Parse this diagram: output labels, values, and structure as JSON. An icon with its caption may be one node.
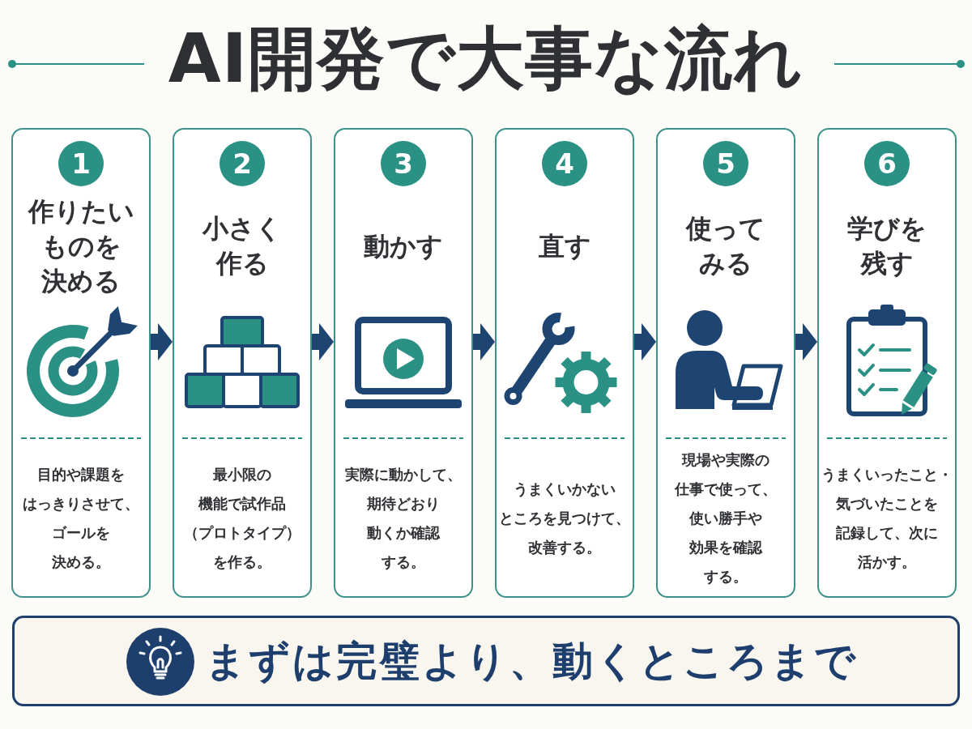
{
  "diagram": {
    "title": "AI開発で大事な流れ",
    "nodes": [
      {
        "text": [
          "作りたいものを決める",
          "目的や課題をはっきりさせて、ゴールを決める。"
        ]
      },
      {
        "text": [
          "1"
        ],
        "in": 0
      },
      {
        "text": [
          "小さく作る",
          "最小限の機能で試作品（プロトタイプ）を作る。"
        ]
      },
      {
        "text": [
          "2"
        ],
        "in": 2
      },
      {
        "text": [
          "動かす",
          "実際に動かして、期待どおり動くか確認する。"
        ]
      },
      {
        "text": [
          "3"
        ],
        "in": 4
      },
      {
        "text": [
          "直す",
          "うまくいかないところを見つけて、改善する。"
        ]
      },
      {
        "text": [
          "4"
        ],
        "in": 6
      },
      {
        "text": [
          "使ってみる",
          "現場や実際の仕事で使って、使い勝手や効果を確認する。"
        ]
      },
      {
        "text": [
          "5"
        ],
        "in": 8
      },
      {
        "text": [
          "学びを残す",
          "うまくいったこと・気づいたことを記録して、次に活かす。"
        ]
      },
      {
        "text": [
          "6"
        ],
        "in": 10
      },
      {
        "text": [
          "まずは完璧より、動くところまで"
        ]
      }
    ],
    "edges": [
      {
        "from": 0,
        "to": 2,
        "arrow": "to"
      },
      {
        "from": 2,
        "to": 4,
        "arrow": "to"
      },
      {
        "from": 4,
        "to": 6,
        "arrow": "to"
      },
      {
        "from": 6,
        "to": 8,
        "arrow": "to"
      },
      {
        "from": 8,
        "to": 10,
        "arrow": "to"
      }
    ]
  }
}
